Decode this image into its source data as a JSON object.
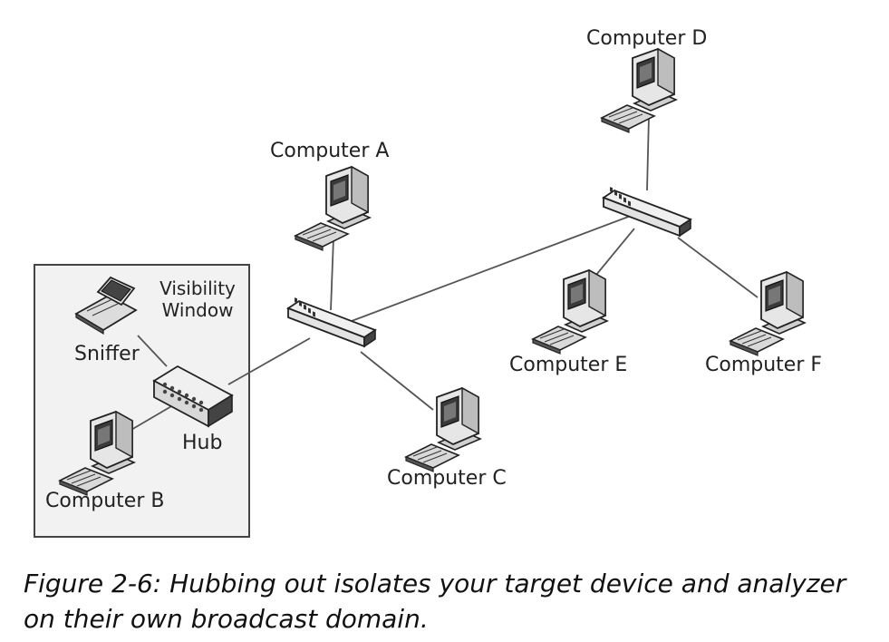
{
  "labels": {
    "computer_a": "Computer A",
    "computer_b": "Computer B",
    "computer_c": "Computer C",
    "computer_d": "Computer D",
    "computer_e": "Computer E",
    "computer_f": "Computer F",
    "sniffer": "Sniffer",
    "hub": "Hub",
    "visibility_line1": "Visibility",
    "visibility_line2": "Window"
  },
  "caption": "Figure 2-6: Hubbing out isolates your target device and analyzer on their own broadcast domain."
}
